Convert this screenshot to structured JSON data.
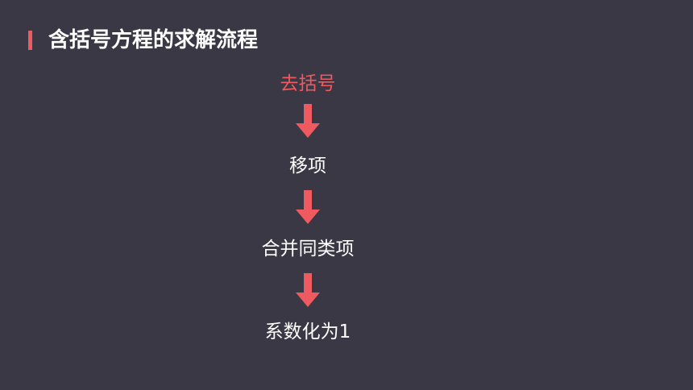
{
  "title": "含括号方程的求解流程",
  "colors": {
    "background": "#3a3844",
    "accent": "#ee5a5f",
    "text": "#ffffff"
  },
  "steps": [
    {
      "label": "去括号",
      "color": "#ee5a5f"
    },
    {
      "label": "移项",
      "color": "#ffffff"
    },
    {
      "label": "合并同类项",
      "color": "#ffffff"
    },
    {
      "label": "系数化为1",
      "color": "#ffffff"
    }
  ],
  "arrow_icon": "arrow-down-icon"
}
